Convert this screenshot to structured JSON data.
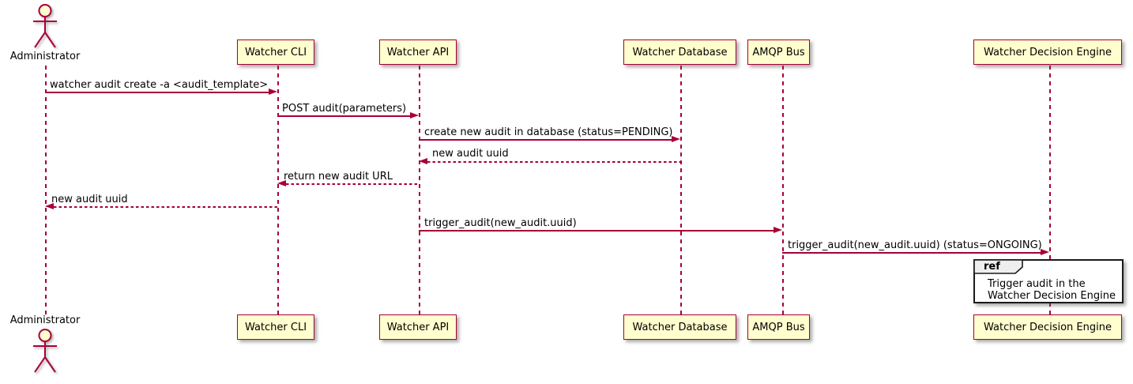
{
  "diagram_type": "sequence-diagram",
  "actor": {
    "top_label": "Administrator",
    "bottom_label": "Administrator"
  },
  "participants": [
    {
      "id": "watcher-cli",
      "label": "Watcher CLI"
    },
    {
      "id": "watcher-api",
      "label": "Watcher API"
    },
    {
      "id": "watcher-database",
      "label": "Watcher Database"
    },
    {
      "id": "amqp-bus",
      "label": "AMQP Bus"
    },
    {
      "id": "watcher-decision-engine",
      "label": "Watcher Decision Engine"
    }
  ],
  "messages": [
    {
      "text": "watcher audit create -a <audit_template>",
      "from": "Administrator",
      "to": "Watcher CLI",
      "line": "solid",
      "direction": "right"
    },
    {
      "text": "POST audit(parameters)",
      "from": "Watcher CLI",
      "to": "Watcher API",
      "line": "solid",
      "direction": "right"
    },
    {
      "text": "create new audit in database (status=PENDING)",
      "from": "Watcher API",
      "to": "Watcher Database",
      "line": "solid",
      "direction": "right"
    },
    {
      "text": "new audit uuid",
      "from": "Watcher Database",
      "to": "Watcher API",
      "line": "dashed",
      "direction": "left"
    },
    {
      "text": "return new audit URL",
      "from": "Watcher API",
      "to": "Watcher CLI",
      "line": "dashed",
      "direction": "left"
    },
    {
      "text": "new audit uuid",
      "from": "Watcher CLI",
      "to": "Administrator",
      "line": "dashed",
      "direction": "left"
    },
    {
      "text": "trigger_audit(new_audit.uuid)",
      "from": "Watcher API",
      "to": "AMQP Bus",
      "line": "solid",
      "direction": "right"
    },
    {
      "text": "trigger_audit(new_audit.uuid) (status=ONGOING)",
      "from": "AMQP Bus",
      "to": "Watcher Decision Engine",
      "line": "solid",
      "direction": "right"
    }
  ],
  "ref_fragment": {
    "keyword": "ref",
    "line1": "Trigger audit in the",
    "line2": "Watcher Decision Engine"
  },
  "colors": {
    "participant_fill": "#fefece",
    "accent": "#a80036",
    "ref_border": "#1a1a1a",
    "ref_header_fill": "#eeeeee",
    "text": "#000000",
    "background": "#ffffff"
  }
}
